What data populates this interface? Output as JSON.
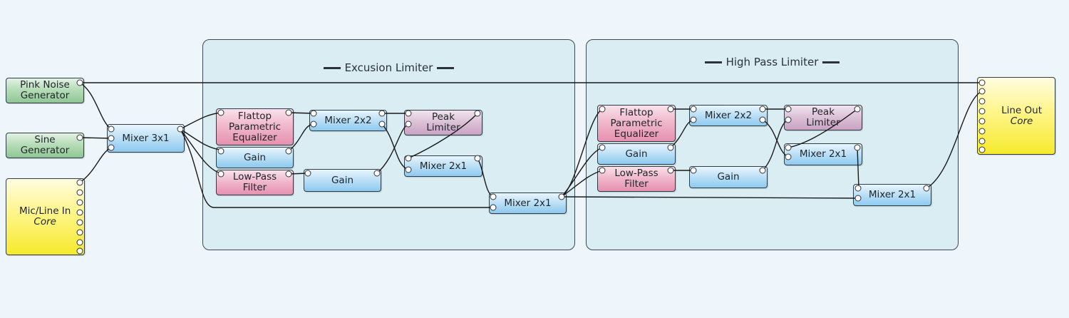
{
  "groups": [
    {
      "title": "Excusion Limiter"
    },
    {
      "title": "High Pass Limiter"
    }
  ],
  "blocks": {
    "pink_noise": "Pink Noise\nGenerator",
    "sine": "Sine\nGenerator",
    "mic_line_in": {
      "title": "Mic/Line In",
      "sub": "Core"
    },
    "mixer_3x1": "Mixer 3x1",
    "g1_flattop": "Flattop\nParametric\nEqualizer",
    "g1_gain_a": "Gain",
    "g1_lowpass": "Low-Pass\nFilter",
    "g1_mixer_2x2": "Mixer 2x2",
    "g1_gain_b": "Gain",
    "g1_peak": "Peak\nLimiter",
    "g1_mixer_2x1": "Mixer 2x1",
    "mid_mixer_2x1": "Mixer 2x1",
    "g2_flattop": "Flattop\nParametric\nEqualizer",
    "g2_gain_a": "Gain",
    "g2_lowpass": "Low-Pass\nFilter",
    "g2_mixer_2x2": "Mixer 2x2",
    "g2_gain_b": "Gain",
    "g2_peak": "Peak\nLimiter",
    "g2_mixer_2x1": "Mixer 2x1",
    "out_mixer_2x1": "Mixer 2x1",
    "line_out": {
      "title": "Line Out",
      "sub": "Core"
    }
  },
  "colors": {
    "processing_block": "#8dcaf0",
    "filter_block": "#e690ae",
    "limiter_block": "#c9a2c3",
    "generator_block": "#8fc694",
    "io_block": "#f5ea2c",
    "wire": "#1a1a1a"
  }
}
